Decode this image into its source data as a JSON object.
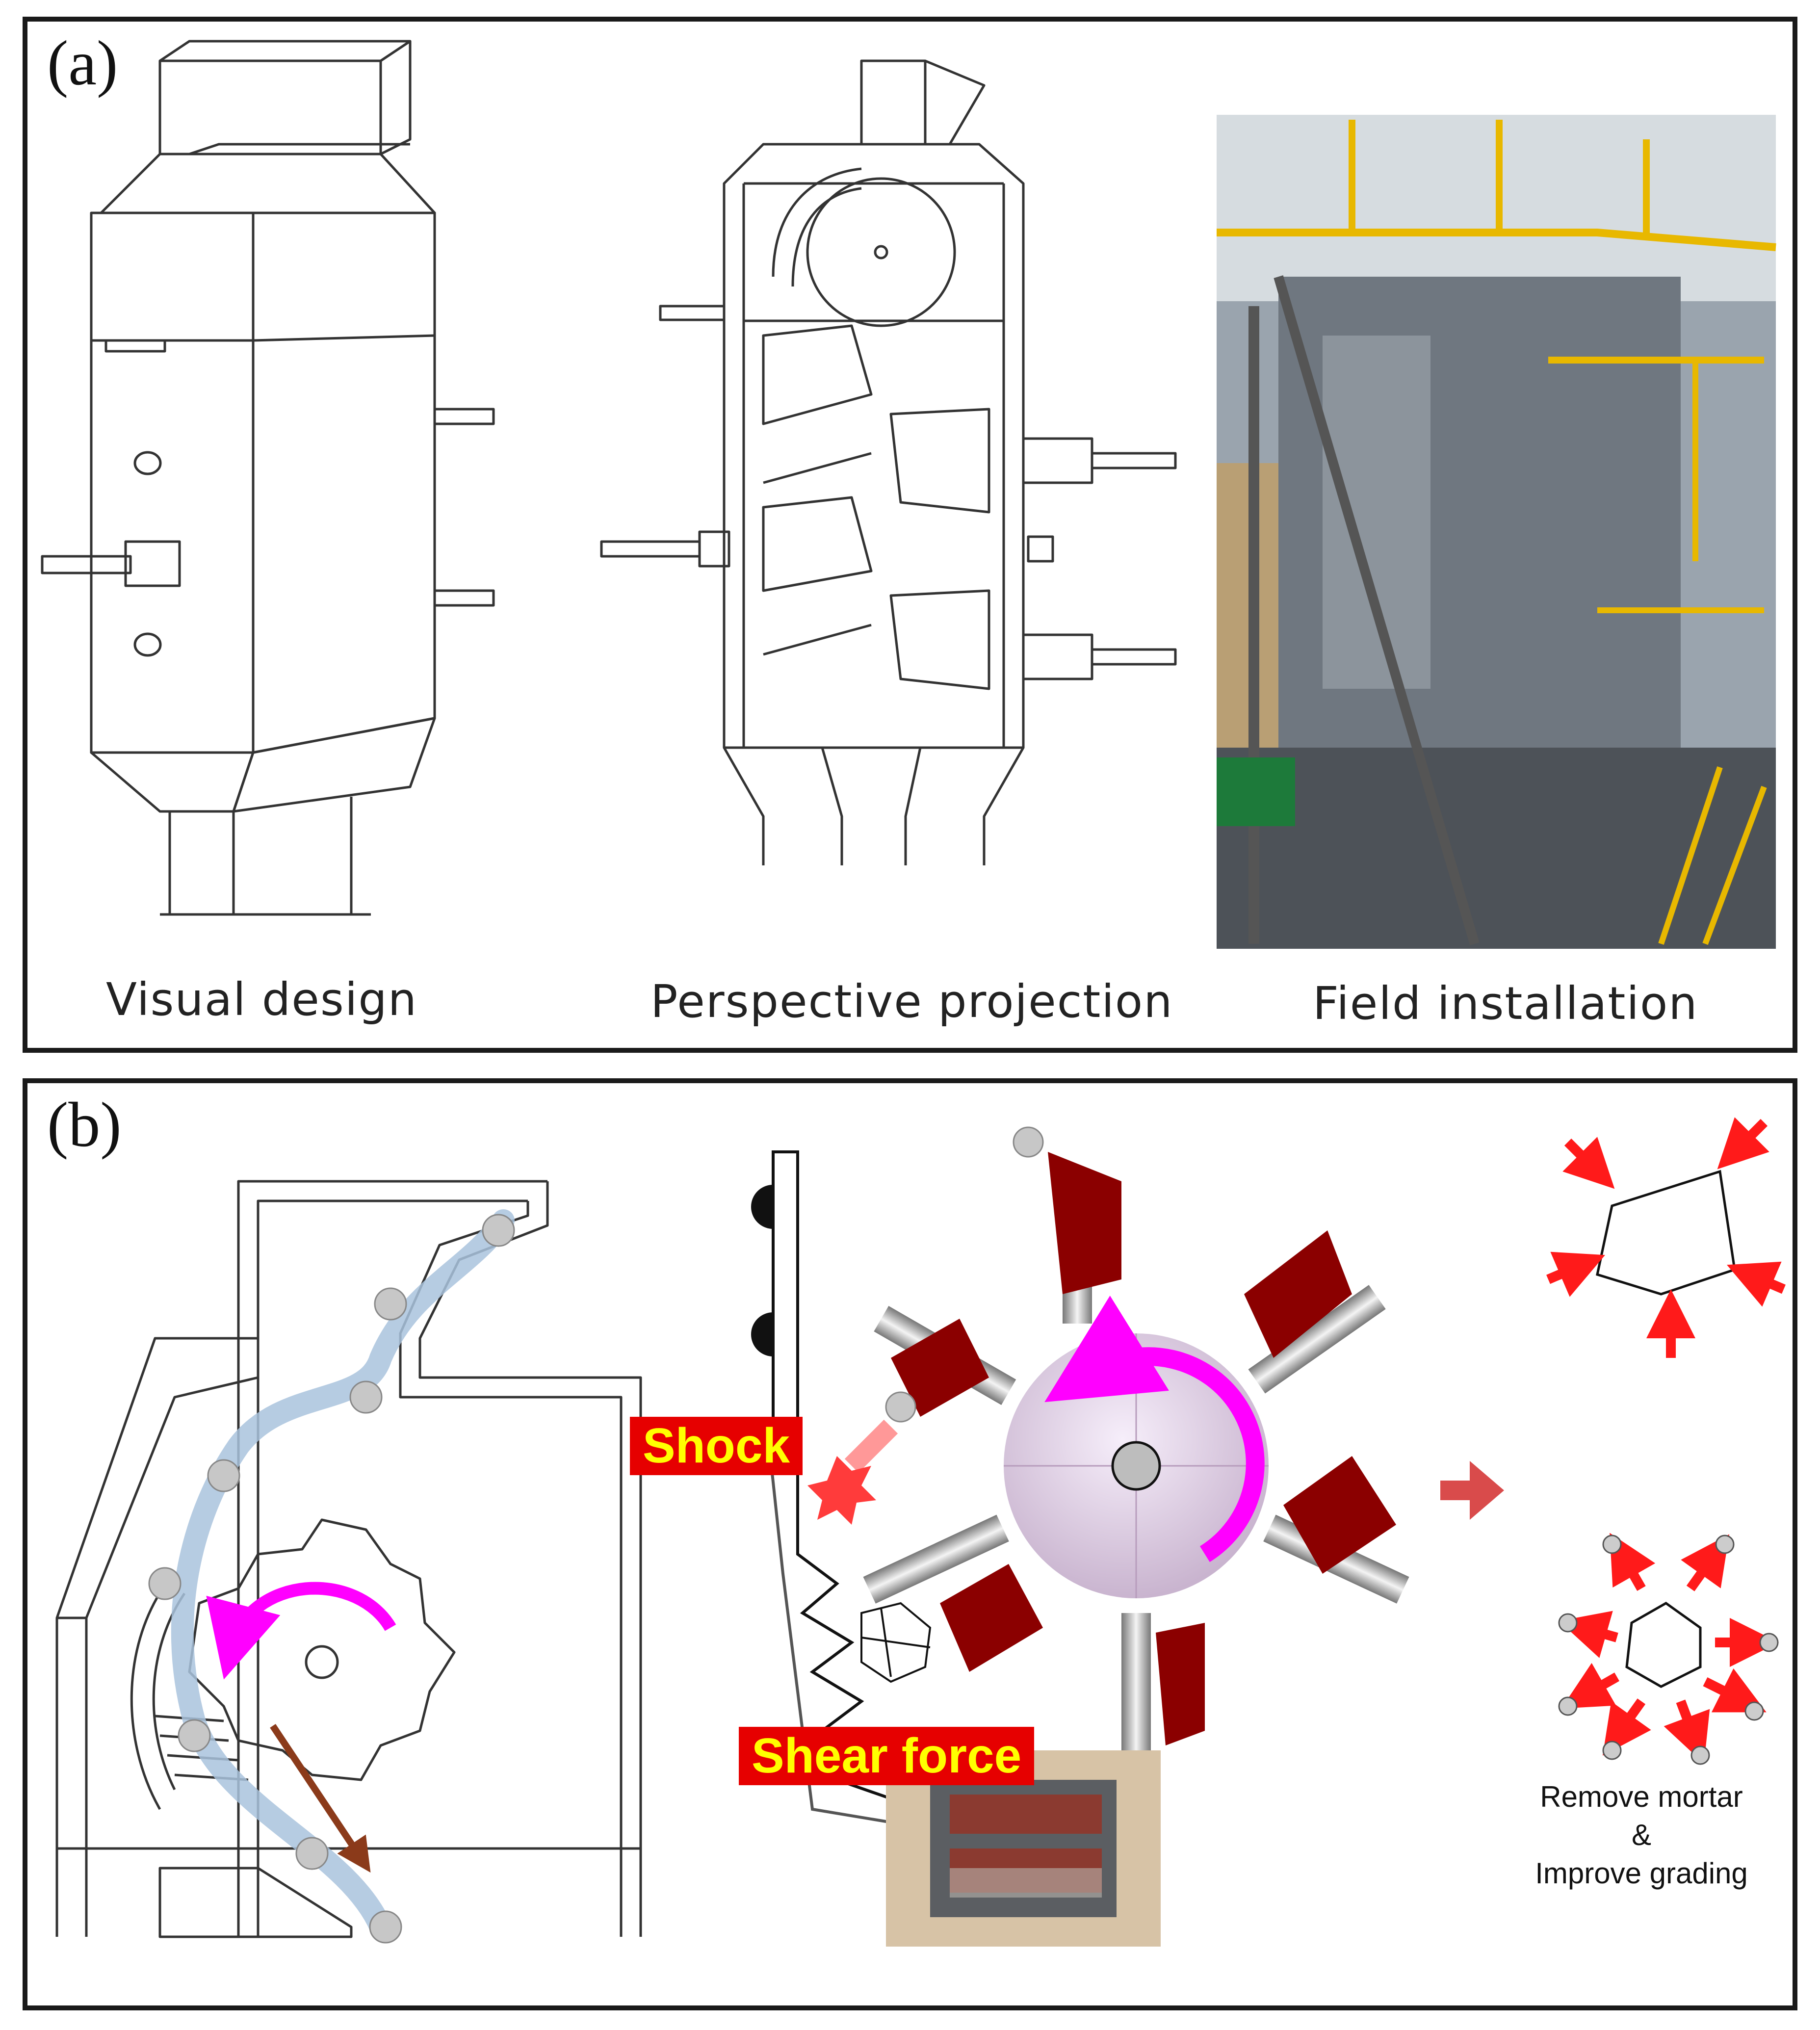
{
  "panel_a": {
    "label": "(a)",
    "captions": {
      "visual_design": "Visual design",
      "perspective_projection": "Perspective projection",
      "field_installation": "Field installation"
    }
  },
  "panel_b": {
    "label": "(b)",
    "tags": {
      "shock": "Shock",
      "shear_force": "Shear force"
    },
    "note": {
      "line1": "Remove mortar",
      "line2": "&",
      "line3": "Improve grading"
    },
    "colors": {
      "rotation_arrow": "#ff00ff",
      "blade": "#8b0000",
      "tag_bg": "#e60000",
      "tag_text": "#ffff00",
      "force_arrow": "#ff1a1a",
      "flow_path": "#a9c3dd"
    }
  }
}
